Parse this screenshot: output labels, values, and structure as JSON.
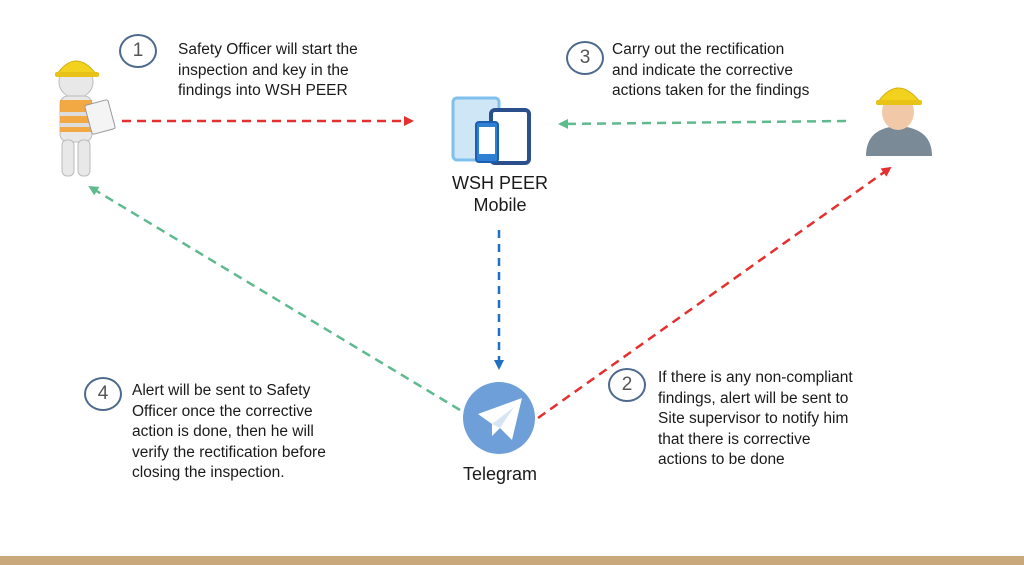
{
  "colors": {
    "red_arrow": "#e53030",
    "green_arrow": "#5fba8e",
    "blue_arrow": "#1f6fc4",
    "badge_border": "#4d6a8c",
    "telegram": "#6e9fd8",
    "footer": "#c9a97b"
  },
  "steps": [
    {
      "number": "1",
      "text": "Safety Officer will start the\ninspection and key in the\nfindings into WSH PEER"
    },
    {
      "number": "2",
      "text": "If there is any non-compliant\nfindings, alert will be sent to\nSite supervisor to notify him\nthat there is corrective\nactions to be done"
    },
    {
      "number": "3",
      "text": "Carry out the rectification\nand indicate the corrective\nactions taken for the findings"
    },
    {
      "number": "4",
      "text": "Alert will be sent to Safety\nOfficer once the corrective\naction is done, then he will\nverify the rectification before\nclosing the inspection."
    }
  ],
  "nodes": {
    "app": {
      "label": "WSH PEER\nMobile",
      "icon": "tablet-phone-icon"
    },
    "telegram": {
      "label": "Telegram",
      "icon": "telegram-icon"
    },
    "safety_officer": {
      "icon": "safety-officer-icon"
    },
    "supervisor": {
      "icon": "supervisor-icon"
    }
  }
}
